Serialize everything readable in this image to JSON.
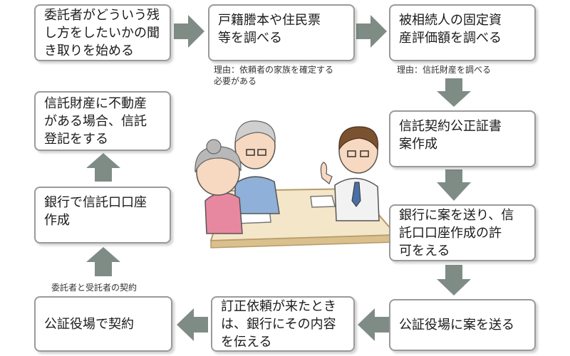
{
  "steps": {
    "s1": "委託者がどういう残\nし方をしたいかの聞\nき取りを始める",
    "s2": "戸籍謄本や住民票\n等を調べる",
    "s3": "被相続人の固定資\n産評価額を調べる",
    "s4": "信託契約公正証書\n案作成",
    "s5": "銀行に案を送り、信\n託口口座作成の許\n可をえる",
    "s6": "公証役場に案を送る",
    "s7": "訂正依頼が来たとき\nは、銀行にその内容\nを伝える",
    "s8": "公証役場で契約",
    "s9": "銀行で信託口口座\n作成",
    "s10": "信託財産に不動産\nがある場合、信託\n登記をする"
  },
  "notes": {
    "n1": "理由：依頼者の家族を確定する\n必要がある",
    "n2": "理由：信託財産を調べる",
    "n3": "委託者と受託者の契約"
  },
  "colors": {
    "arrow": "#7f8c86",
    "border": "#9a9a9a"
  }
}
